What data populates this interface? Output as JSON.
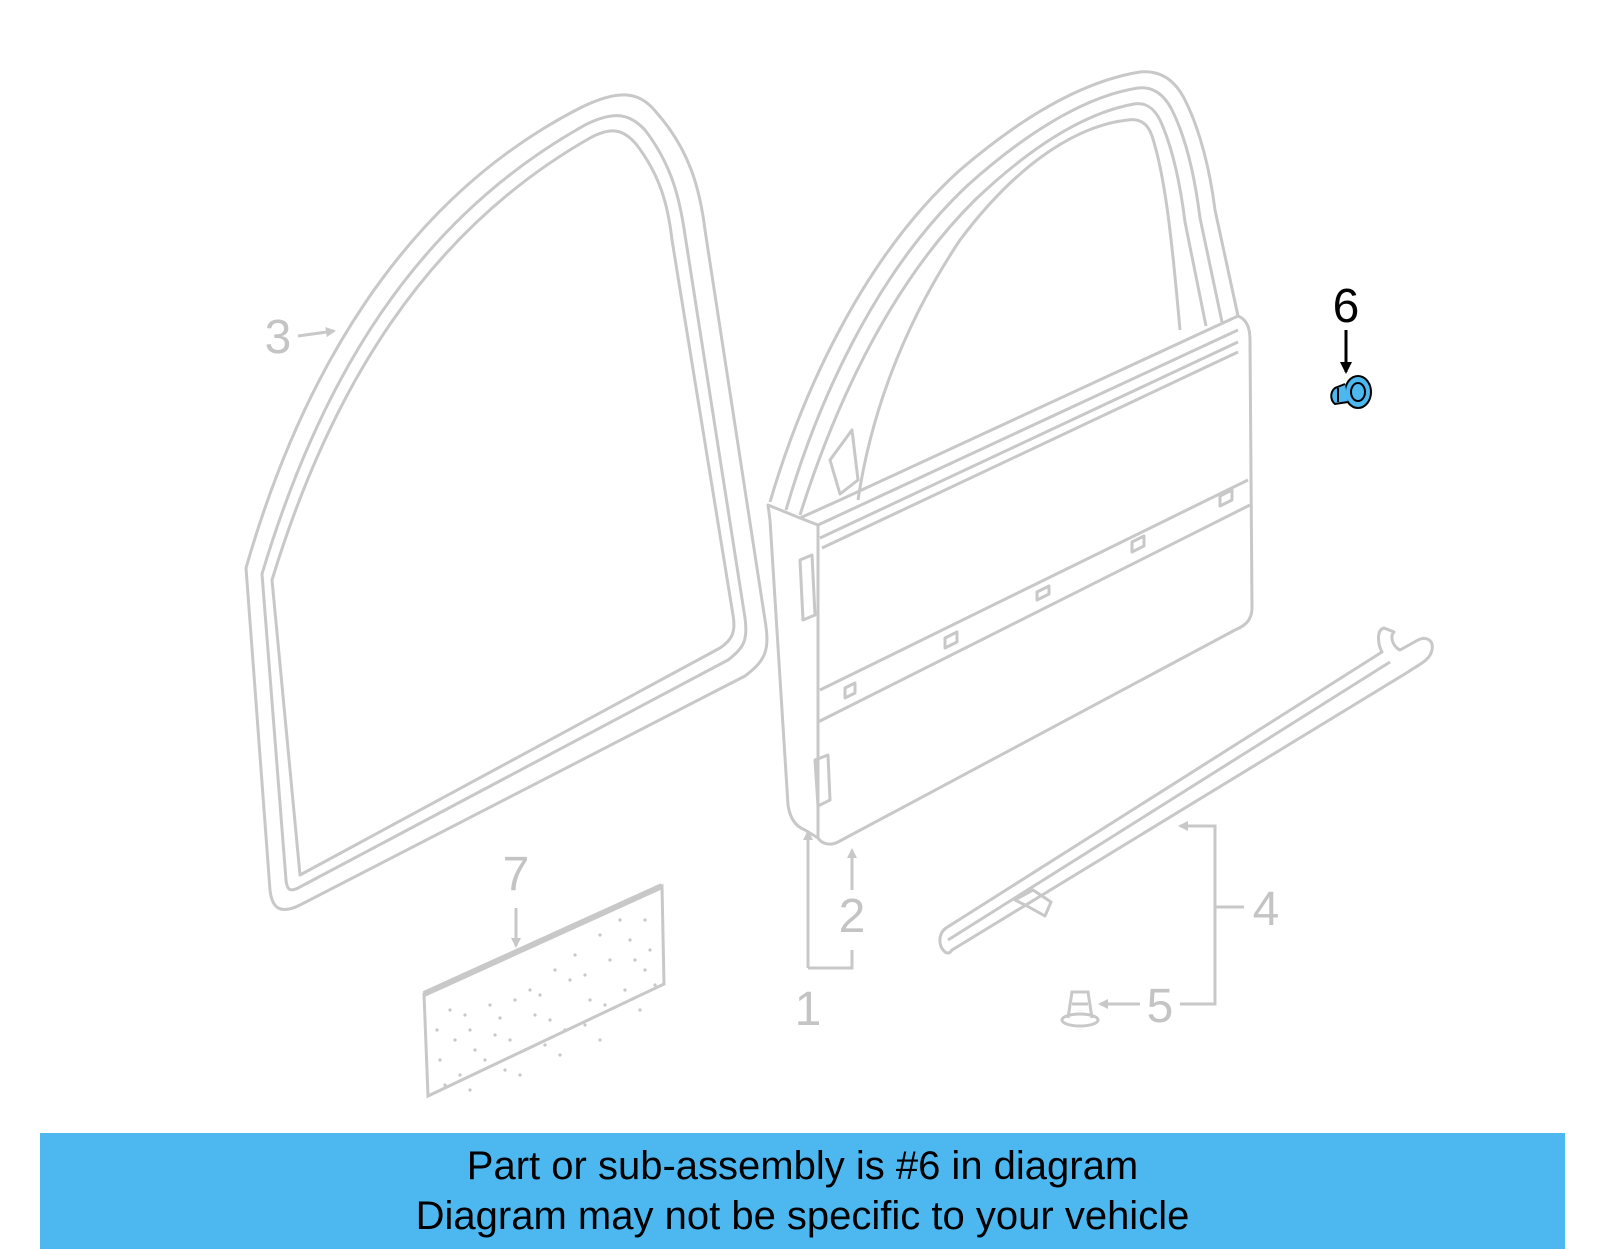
{
  "callouts": {
    "c1": "1",
    "c2": "2",
    "c3": "3",
    "c4": "4",
    "c5": "5",
    "c6": "6",
    "c7": "7"
  },
  "highlighted_part": "6",
  "colors": {
    "line_gray": "#c8c8c8",
    "highlight_part": "#4db8f0",
    "banner_bg": "#4db8f0"
  },
  "banner": {
    "line1": "Part or sub-assembly is #6 in diagram",
    "line2": "Diagram may not be specific to your vehicle"
  }
}
